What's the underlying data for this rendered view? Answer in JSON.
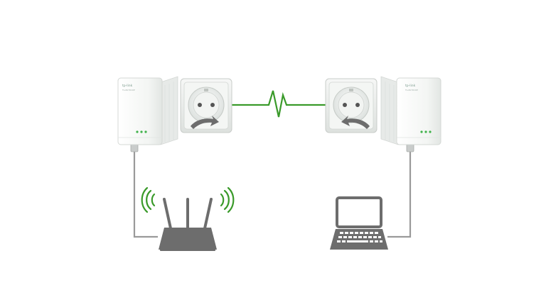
{
  "colors": {
    "background": "#ffffff",
    "powerline_signal": "#3a9a2a",
    "wifi_waves": "#3a9a2a",
    "led_green": "#3fb24a",
    "cable": "#9a9a9a",
    "device_dark": "#6d6d6d",
    "adapter_body": "#f6f7f6",
    "outlet_frame": "#eceeec"
  },
  "left_adapter": {
    "brand": "tp-link",
    "model": "TL-PA7010P",
    "icon": "powerline-adapter-icon"
  },
  "right_adapter": {
    "brand": "tp-link",
    "model": "TL-PA7010P",
    "icon": "powerline-adapter-icon"
  },
  "signal": {
    "icon": "powerline-zigzag-signal"
  },
  "router": {
    "icon": "wireless-router-icon",
    "antennas": 3,
    "wifi_icon": "wifi-waves-icon"
  },
  "laptop": {
    "icon": "laptop-icon"
  }
}
